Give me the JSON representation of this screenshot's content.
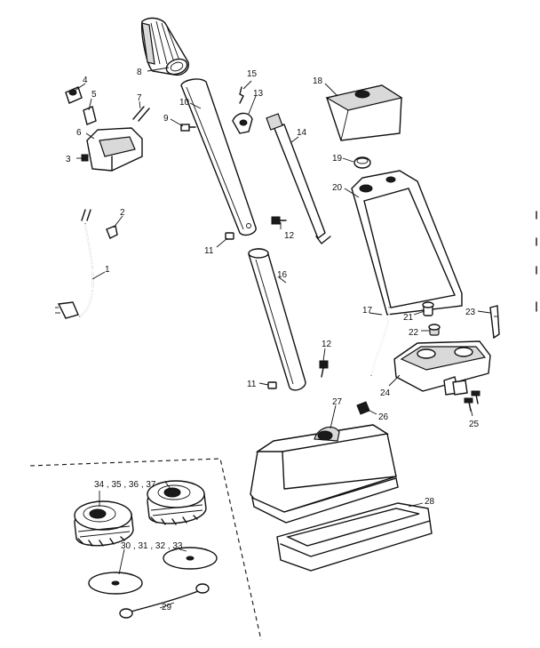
{
  "diagram": {
    "callouts": [
      {
        "id": "p1",
        "text": "1"
      },
      {
        "id": "p2",
        "text": "2"
      },
      {
        "id": "p3",
        "text": "3"
      },
      {
        "id": "p4",
        "text": "4"
      },
      {
        "id": "p5",
        "text": "5"
      },
      {
        "id": "p6",
        "text": "6"
      },
      {
        "id": "p7",
        "text": "7"
      },
      {
        "id": "p8",
        "text": "8"
      },
      {
        "id": "p9",
        "text": "9"
      },
      {
        "id": "p10",
        "text": "10"
      },
      {
        "id": "p11a",
        "text": "11"
      },
      {
        "id": "p11b",
        "text": "11"
      },
      {
        "id": "p12a",
        "text": "12"
      },
      {
        "id": "p12b",
        "text": "12"
      },
      {
        "id": "p13",
        "text": "13"
      },
      {
        "id": "p14",
        "text": "14"
      },
      {
        "id": "p15",
        "text": "15"
      },
      {
        "id": "p16",
        "text": "16"
      },
      {
        "id": "p17",
        "text": "17"
      },
      {
        "id": "p18",
        "text": "18"
      },
      {
        "id": "p19",
        "text": "19"
      },
      {
        "id": "p20",
        "text": "20"
      },
      {
        "id": "p21",
        "text": "21"
      },
      {
        "id": "p22",
        "text": "22"
      },
      {
        "id": "p23",
        "text": "23"
      },
      {
        "id": "p24",
        "text": "24"
      },
      {
        "id": "p25",
        "text": "25"
      },
      {
        "id": "p26",
        "text": "26"
      },
      {
        "id": "p27",
        "text": "27"
      },
      {
        "id": "p28",
        "text": "28"
      },
      {
        "id": "p29",
        "text": "29"
      },
      {
        "id": "p30",
        "text": "30 , 31 , 32 , 33"
      },
      {
        "id": "p34",
        "text": "34 , 35 , 36 , 37"
      }
    ]
  }
}
